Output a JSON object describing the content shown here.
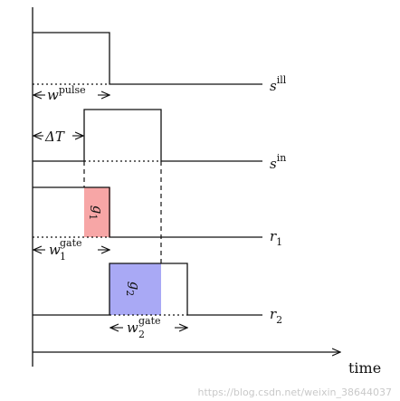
{
  "signals": {
    "s_ill": {
      "base": "s",
      "sup": "ill"
    },
    "s_in": {
      "base": "s",
      "sup": "in"
    },
    "r1": {
      "base": "r",
      "sub": "1"
    },
    "r2": {
      "base": "r",
      "sub": "2"
    }
  },
  "widths": {
    "w_pulse": {
      "base": "w",
      "sup": "pulse"
    },
    "delta_t": {
      "text": "ΔT"
    },
    "w1_gate": {
      "base": "w",
      "sup": "gate",
      "sub": "1"
    },
    "w2_gate": {
      "base": "w",
      "sup": "gate",
      "sub": "2"
    }
  },
  "regions": {
    "g1": {
      "base": "g",
      "sub": "1",
      "color": "#f7a6a6"
    },
    "g2": {
      "base": "g",
      "sub": "2",
      "color": "#a9a9f5"
    }
  },
  "axis": {
    "x_label": "time"
  },
  "watermark": "https://blog.csdn.net/weixin_38644037"
}
